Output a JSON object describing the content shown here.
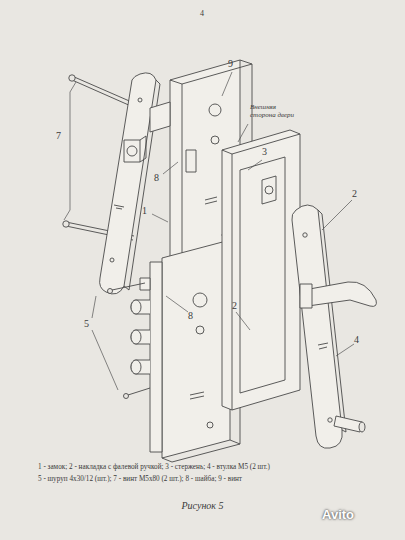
{
  "diagram": {
    "caption": "Рисунок 5",
    "labels": [
      "4",
      "7",
      "9",
      "8",
      "1",
      "Внешняя сторона двери",
      "3",
      "2",
      "4",
      "5",
      "8",
      "2",
      "1 - замок; 2 - накладка с фалевой ручкой; 3 - стержень; 4 - втулка М5 (2 шт.)",
      "5 - шуруп 4х30/12 (шт.); 7 - винт М5х80 (2 шт.); 8 - шайба; 9 - винт",
      "Avito"
    ]
  }
}
